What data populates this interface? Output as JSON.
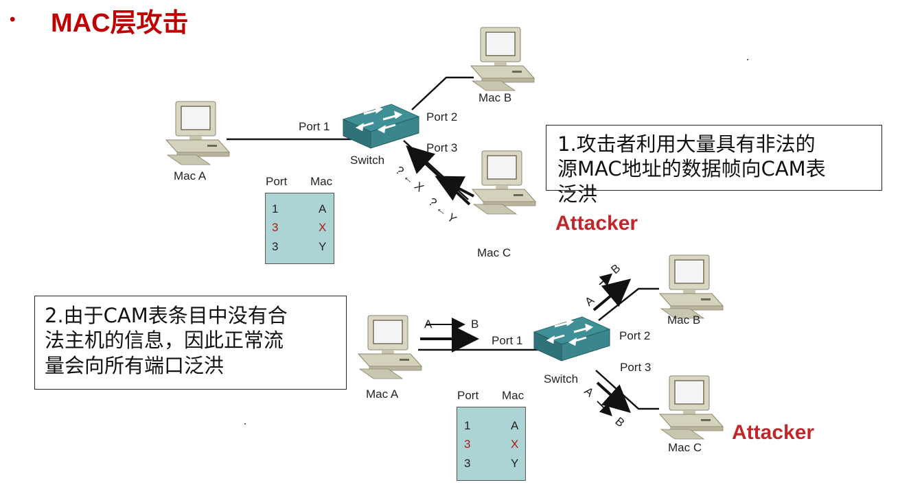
{
  "title": {
    "bullet": "•",
    "text": "MAC层攻击"
  },
  "diagram1": {
    "hosts": {
      "mac_a": "Mac A",
      "mac_b": "Mac B",
      "mac_c": "Mac C"
    },
    "switch_label": "Switch",
    "ports": {
      "p1": "Port 1",
      "p2": "Port 2",
      "p3": "Port 3"
    },
    "flood_labels": {
      "x": "? ← X",
      "y": "? ← Y"
    },
    "cam_table": {
      "header_port": "Port",
      "header_mac": "Mac",
      "rows": [
        {
          "port": "1",
          "mac": "A",
          "highlight": false
        },
        {
          "port": "3",
          "mac": "X",
          "highlight": true
        },
        {
          "port": "3",
          "mac": "Y",
          "highlight": false
        }
      ]
    },
    "attacker_label": "Attacker"
  },
  "diagram2": {
    "hosts": {
      "mac_a": "Mac A",
      "mac_b": "Mac B",
      "mac_c": "Mac C"
    },
    "switch_label": "Switch",
    "ports": {
      "p1": "Port 1",
      "p2": "Port 2",
      "p3": "Port 3"
    },
    "flow_label_a": "A",
    "flow_label_b": "B",
    "cam_table": {
      "header_port": "Port",
      "header_mac": "Mac",
      "rows": [
        {
          "port": "1",
          "mac": "A",
          "highlight": false
        },
        {
          "port": "3",
          "mac": "X",
          "highlight": true
        },
        {
          "port": "3",
          "mac": "Y",
          "highlight": false
        }
      ]
    },
    "attacker_label": "Attacker"
  },
  "captions": {
    "step1_lines": [
      "1.攻击者利用大量具有非法的",
      "源MAC地址的数据帧向CAM表",
      "泛洪"
    ],
    "step2_lines": [
      "2.由于CAM表条目中没有合",
      "法主机的信息，因此正常流",
      "量会向所有端口泛洪"
    ]
  },
  "colors": {
    "title": "#c00000",
    "attacker": "#c0272d",
    "cam_bg": "#acd4d4",
    "switch": "#3f8f96",
    "highlight": "#b01818"
  }
}
